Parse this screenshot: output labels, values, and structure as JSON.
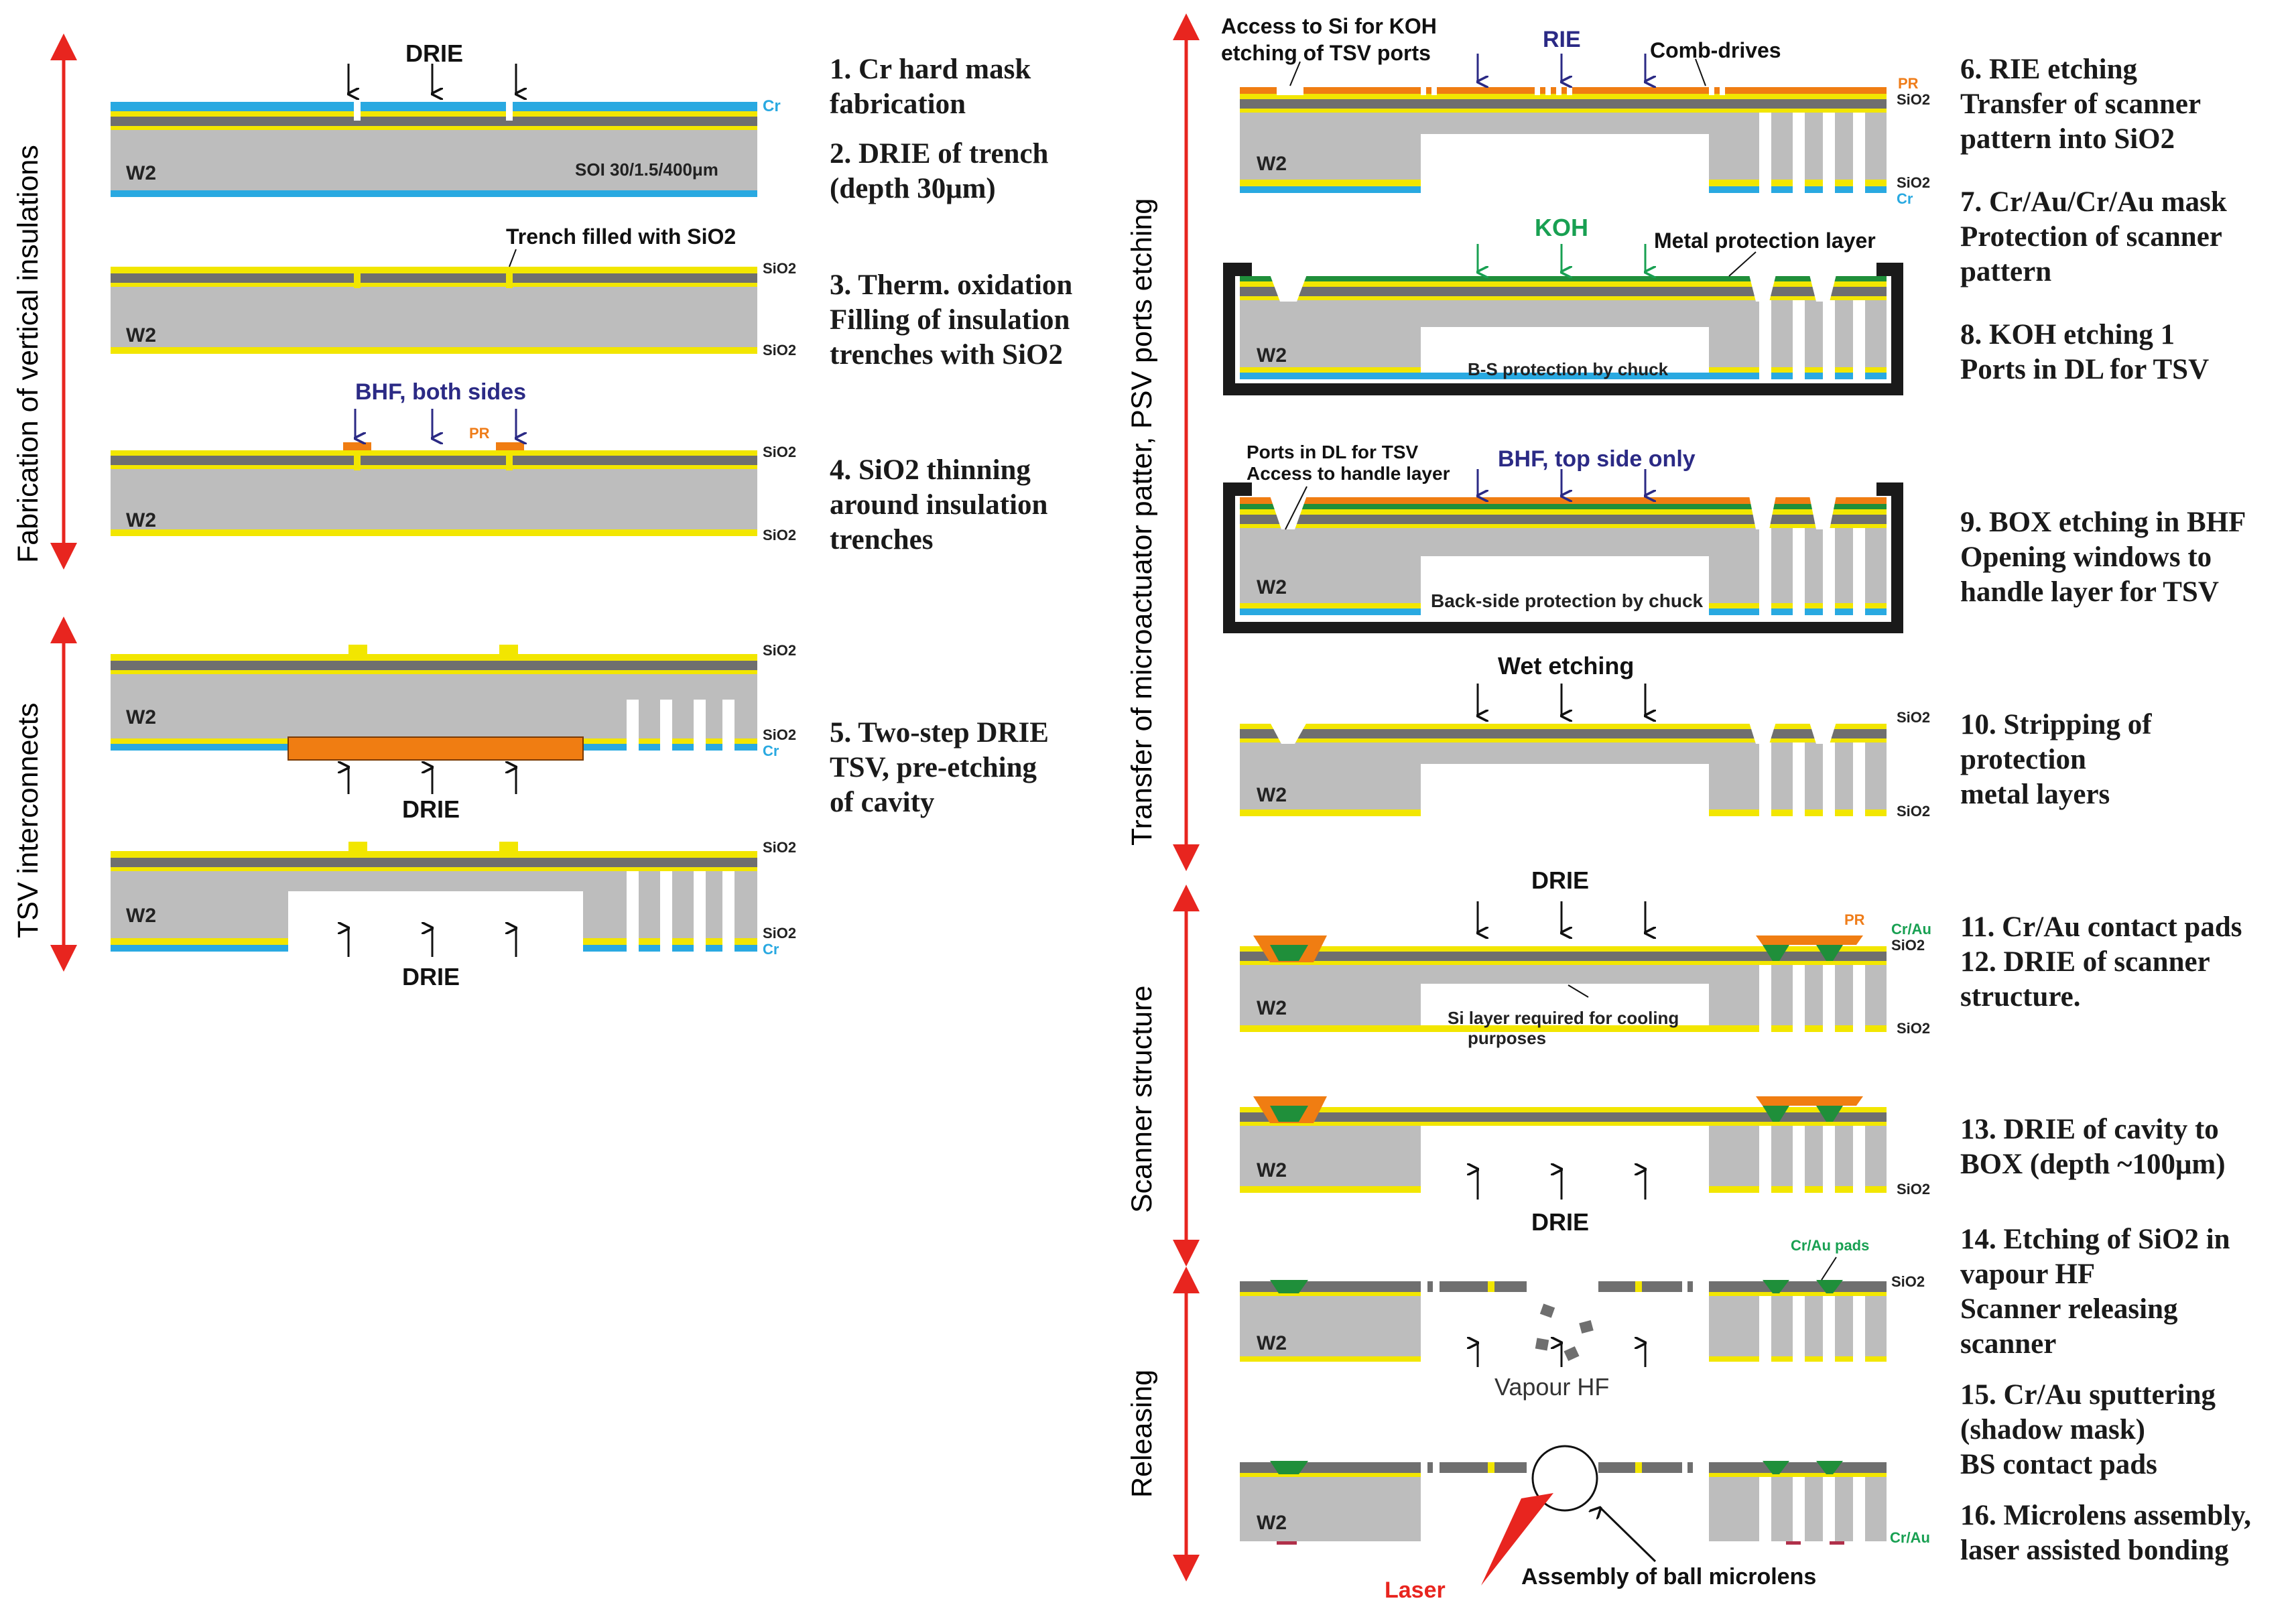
{
  "colors": {
    "silicon": "#bdbdbd",
    "device_layer": "#6f6f6f",
    "oxide": "#f2e600",
    "chromium": "#29a9e1",
    "photoresist": "#f07d12",
    "metal_protection": "#1f8f3a",
    "chuck": "#1a1a1a",
    "arrow_red": "#e8251f",
    "label_blue": "#2b2a85",
    "label_green": "#18a052",
    "label_orange": "#ef7d1a",
    "laser_red": "#e8251f"
  },
  "phases": {
    "vertical_insulations": "Fabrication of vertical insulations",
    "tsv_interconnects": "TSV interconnects",
    "transfer": "Transfer of microactuator patter, PSV ports etching",
    "scanner_structure": "Scanner structure",
    "releasing": "Releasing"
  },
  "steps": {
    "s1": "1. Cr hard mask\nfabrication",
    "s2": "2. DRIE of trench\n(depth 30μm)",
    "s3": "3. Therm. oxidation\nFilling of insulation\ntrenches with SiO2",
    "s4": "4. SiO2 thinning\naround insulation\ntrenches",
    "s5": "5. Two-step DRIE\nTSV, pre-etching\nof cavity",
    "s6": "6. RIE etching\nTransfer of scanner\npattern into SiO2",
    "s7": "7. Cr/Au/Cr/Au mask\nProtection of scanner\npattern",
    "s8": "8. KOH etching 1\nPorts in DL for TSV",
    "s9": "9. BOX etching in BHF\nOpening windows to\nhandle layer for TSV",
    "s10": "10. Stripping of\nprotection\nmetal layers",
    "s11": "11. Cr/Au contact pads",
    "s12": "12. DRIE of scanner\nstructure.",
    "s13": "13. DRIE of cavity to\nBOX (depth ~100μm)",
    "s14": "14. Etching of SiO2 in\nvapour HF\nScanner releasing\nscanner",
    "s15": "15. Cr/Au sputtering\n(shadow mask)\nBS contact pads",
    "s16": "16. Microlens assembly,\nlaser assisted bonding"
  },
  "labels": {
    "drie": "DRIE",
    "w2": "W2",
    "cr": "Cr",
    "sio2": "SiO2",
    "pr": "PR",
    "soi": "SOI 30/1.5/400μm",
    "trench_filled": "Trench filled with SiO2",
    "bhf_both": "BHF, both sides",
    "access_si_1": "Access to Si for KOH",
    "access_si_2": "etching of TSV ports",
    "rie": "RIE",
    "comb_drives": "Comb-drives",
    "koh": "KOH",
    "metal_protection": "Metal protection layer",
    "bs_protection": "B-S protection by chuck",
    "ports_dl_1": "Ports in DL for TSV",
    "ports_dl_2": "Access to handle layer",
    "bhf_top": "BHF, top side only",
    "back_side_protection": "Back-side protection by chuck",
    "wet_etching": "Wet etching",
    "cr_au": "Cr/Au",
    "si_cooling_1": "Si layer required for cooling",
    "si_cooling_2": "purposes",
    "cr_au_pads": "Cr/Au pads",
    "vapour_hf": "Vapour HF",
    "laser": "Laser",
    "ball_microlens": "Assembly of ball microlens"
  }
}
